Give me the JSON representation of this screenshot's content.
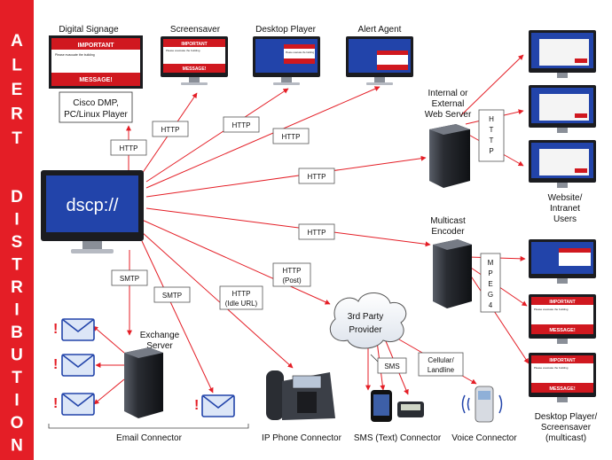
{
  "sidebar": {
    "word1": [
      "A",
      "L",
      "E",
      "R",
      "T"
    ],
    "word2": [
      "D",
      "I",
      "S",
      "T",
      "R",
      "I",
      "B",
      "U",
      "T",
      "I",
      "O",
      "N"
    ],
    "bg_color": "#e41e26",
    "text_color": "#ffffff"
  },
  "hub": {
    "label": "dscp://"
  },
  "colors": {
    "arrow": "#e41e26",
    "screen_blue": "#2244aa",
    "alert_red": "#d0181f",
    "server_dark": "#2a2d33"
  },
  "nodes": {
    "digital_signage": {
      "title": "Digital Signage",
      "important": "IMPORTANT",
      "body": "Please evacuate the building",
      "message": "MESSAGE!",
      "caption_line1": "Cisco DMP,",
      "caption_line2": "PC/Linux Player"
    },
    "screensaver": {
      "title": "Screensaver"
    },
    "desktop_player": {
      "title": "Desktop Player"
    },
    "alert_agent": {
      "title": "Alert Agent"
    },
    "web_server": {
      "line1": "Internal or",
      "line2": "External",
      "line3": "Web Server"
    },
    "website_users": {
      "line1": "Website/",
      "line2": "Intranet",
      "line3": "Users"
    },
    "multicast_encoder": {
      "line1": "Multicast",
      "line2": "Encoder"
    },
    "multicast_players": {
      "line1": "Desktop Player/",
      "line2": "Screensaver",
      "line3": "(multicast)",
      "important": "IMPORTANT",
      "body": "Please evacuate the building",
      "message": "MESSAGE!"
    },
    "exchange_server": {
      "line1": "Exchange",
      "line2": "Server"
    },
    "third_party": {
      "line1": "3rd Party",
      "line2": "Provider"
    },
    "email_connector": {
      "label": "Email Connector"
    },
    "ip_phone_connector": {
      "label": "IP Phone Connector"
    },
    "sms_connector": {
      "label": "SMS (Text) Connector"
    },
    "voice_connector": {
      "label": "Voice Connector"
    }
  },
  "protocols": {
    "http": "HTTP",
    "smtp": "SMTP",
    "http_post_line1": "HTTP",
    "http_post_line2": "(Post)",
    "http_idle_line1": "HTTP",
    "http_idle_line2": "(Idle URL)",
    "sms": "SMS",
    "cellular_line1": "Cellular/",
    "cellular_line2": "Landline",
    "vertical_http": [
      "H",
      "T",
      "T",
      "P"
    ],
    "vertical_mpeg4": [
      "M",
      "P",
      "E",
      "G",
      "4"
    ]
  }
}
